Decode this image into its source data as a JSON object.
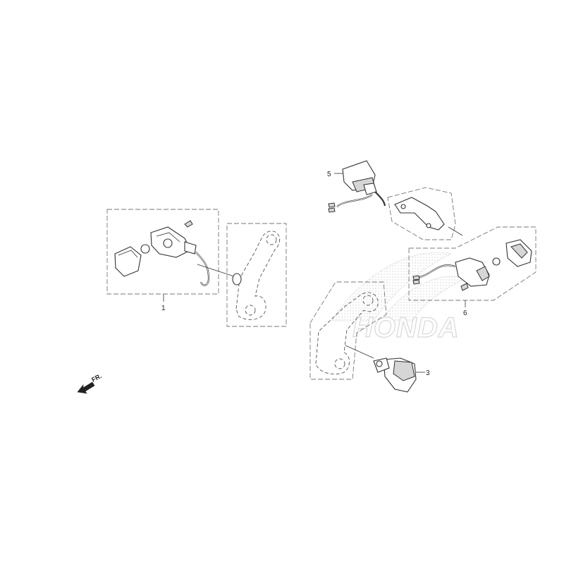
{
  "callouts": [
    {
      "id": "part-1",
      "number": "1"
    },
    {
      "id": "part-3",
      "number": "3"
    },
    {
      "id": "part-5",
      "number": "5"
    },
    {
      "id": "part-6",
      "number": "6"
    }
  ],
  "front_indicator": "FR.",
  "watermark": "HONDA"
}
